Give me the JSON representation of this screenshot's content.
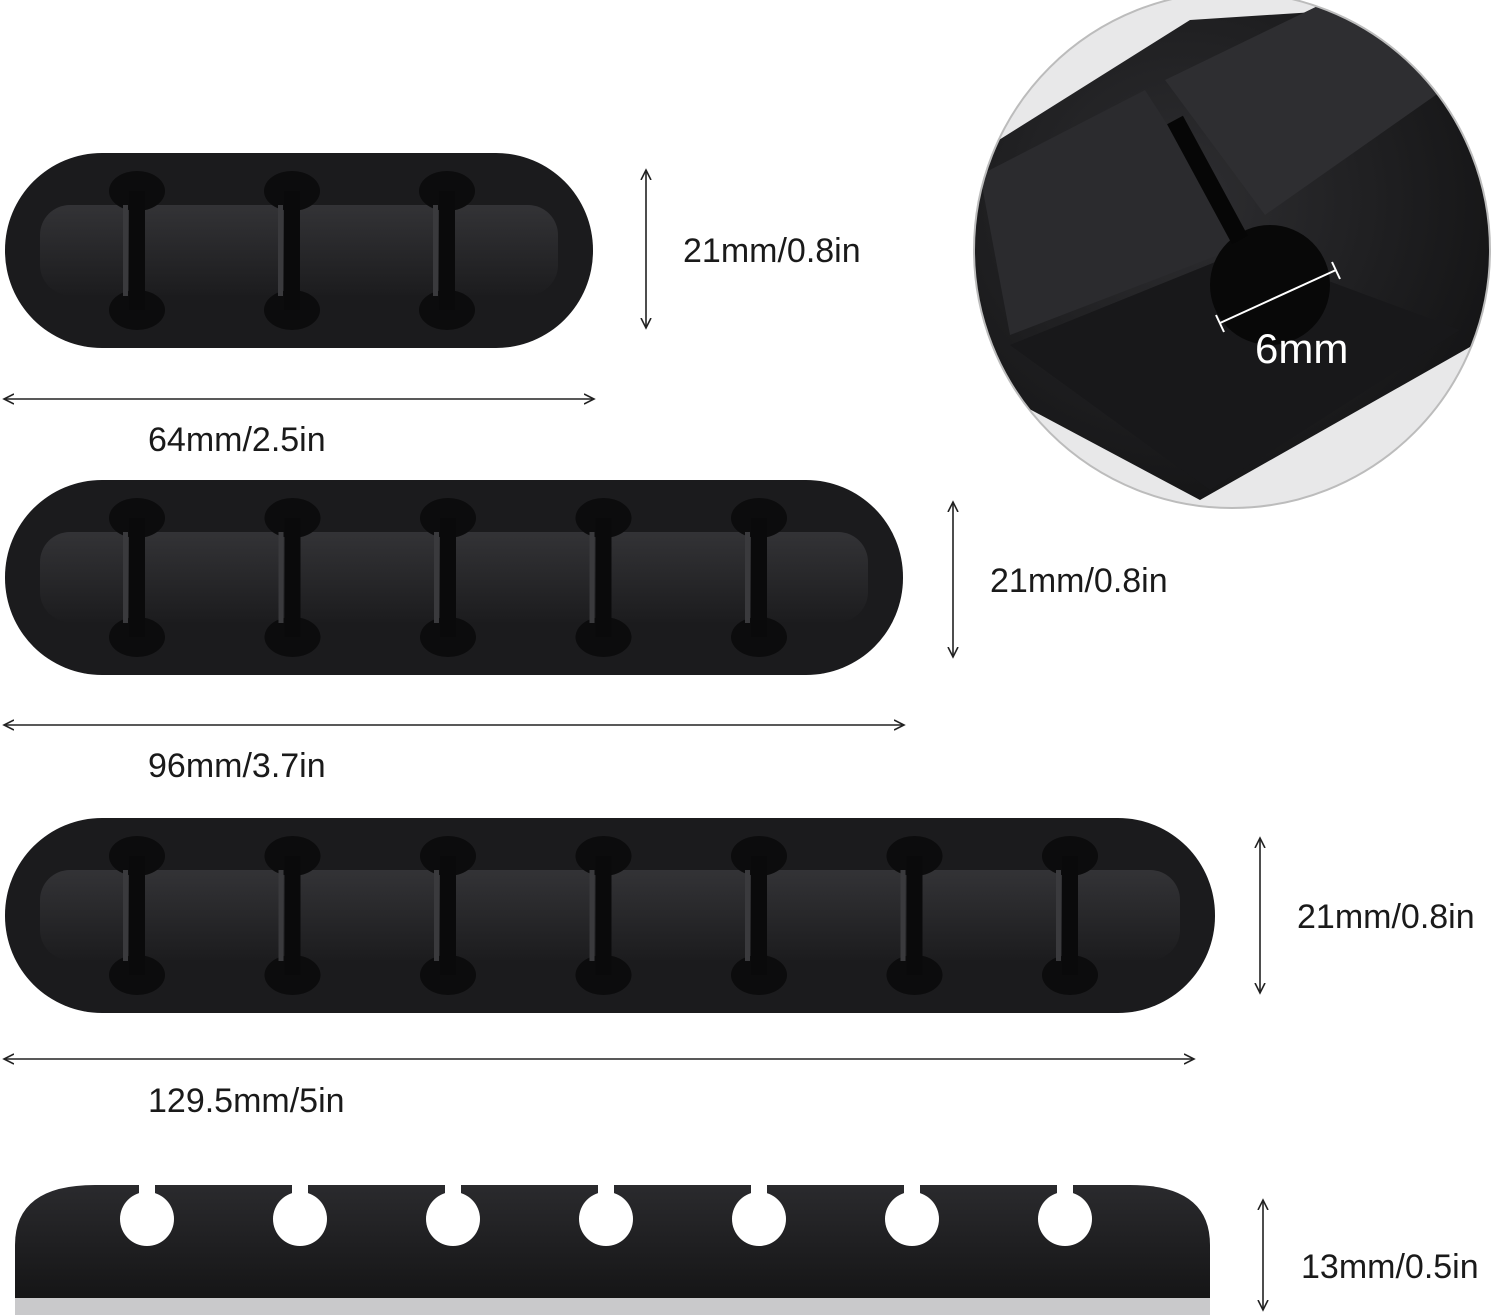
{
  "products": [
    {
      "id": "3-slot",
      "slots": 3,
      "width_label": "64mm/2.5in",
      "height_label": "21mm/0.8in"
    },
    {
      "id": "5-slot",
      "slots": 5,
      "width_label": "96mm/3.7in",
      "height_label": "21mm/0.8in"
    },
    {
      "id": "7-slot",
      "slots": 7,
      "width_label": "129.5mm/5in",
      "height_label": "21mm/0.8in"
    }
  ],
  "side_view": {
    "slots": 7,
    "height_label": "13mm/0.5in"
  },
  "detail": {
    "hole_label": "6mm"
  },
  "colors": {
    "body": "#1b1b1d",
    "body_top": "#2c2c2f",
    "arrow": "#222222",
    "text": "#1a1a1a"
  }
}
